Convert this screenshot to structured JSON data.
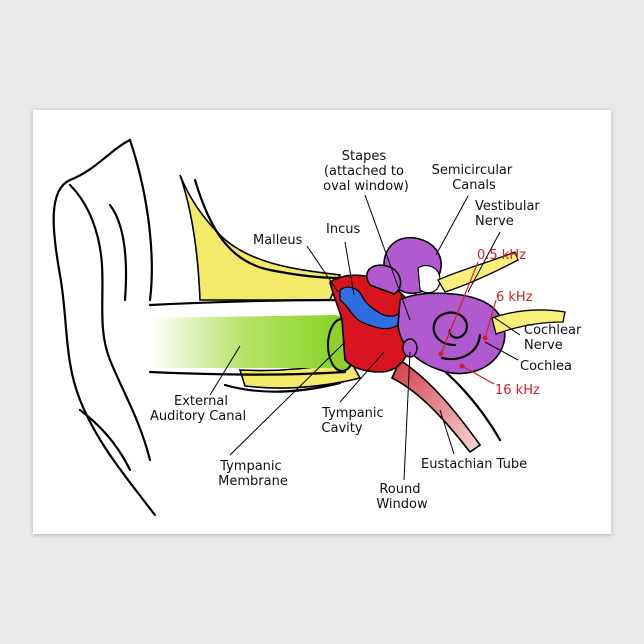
{
  "labels": {
    "stapes": [
      "Stapes",
      "(attached to",
      "oval window)"
    ],
    "semicircular_canals": [
      "Semicircular",
      "Canals"
    ],
    "vestibular_nerve": [
      "Vestibular",
      "Nerve"
    ],
    "incus": "Incus",
    "malleus": "Malleus",
    "freq_low": "0.5 kHz",
    "freq_mid": "6 kHz",
    "freq_high": "16 kHz",
    "cochlear_nerve": [
      "Cochlear",
      "Nerve"
    ],
    "cochlea": "Cochlea",
    "external_auditory_canal": [
      "External",
      "Auditory Canal"
    ],
    "tympanic_cavity": [
      "Tympanic",
      "Cavity"
    ],
    "eustachian_tube": "Eustachian Tube",
    "tympanic_membrane": [
      "Tympanic",
      "Membrane"
    ],
    "round_window": [
      "Round",
      "Window"
    ]
  },
  "colors": {
    "background": "#e9e9e9",
    "poster": "#ffffff",
    "canal_green": "#8fd12a",
    "bone_yellow": "#f3ea6a",
    "cavity_red": "#d8141e",
    "ossicle_blue": "#2f6ee0",
    "cochlea_purple": "#b15ad0",
    "tube_pink": "#e89aa0",
    "nerve_yellow": "#f6f07a",
    "freq_red": "#d0202a"
  }
}
